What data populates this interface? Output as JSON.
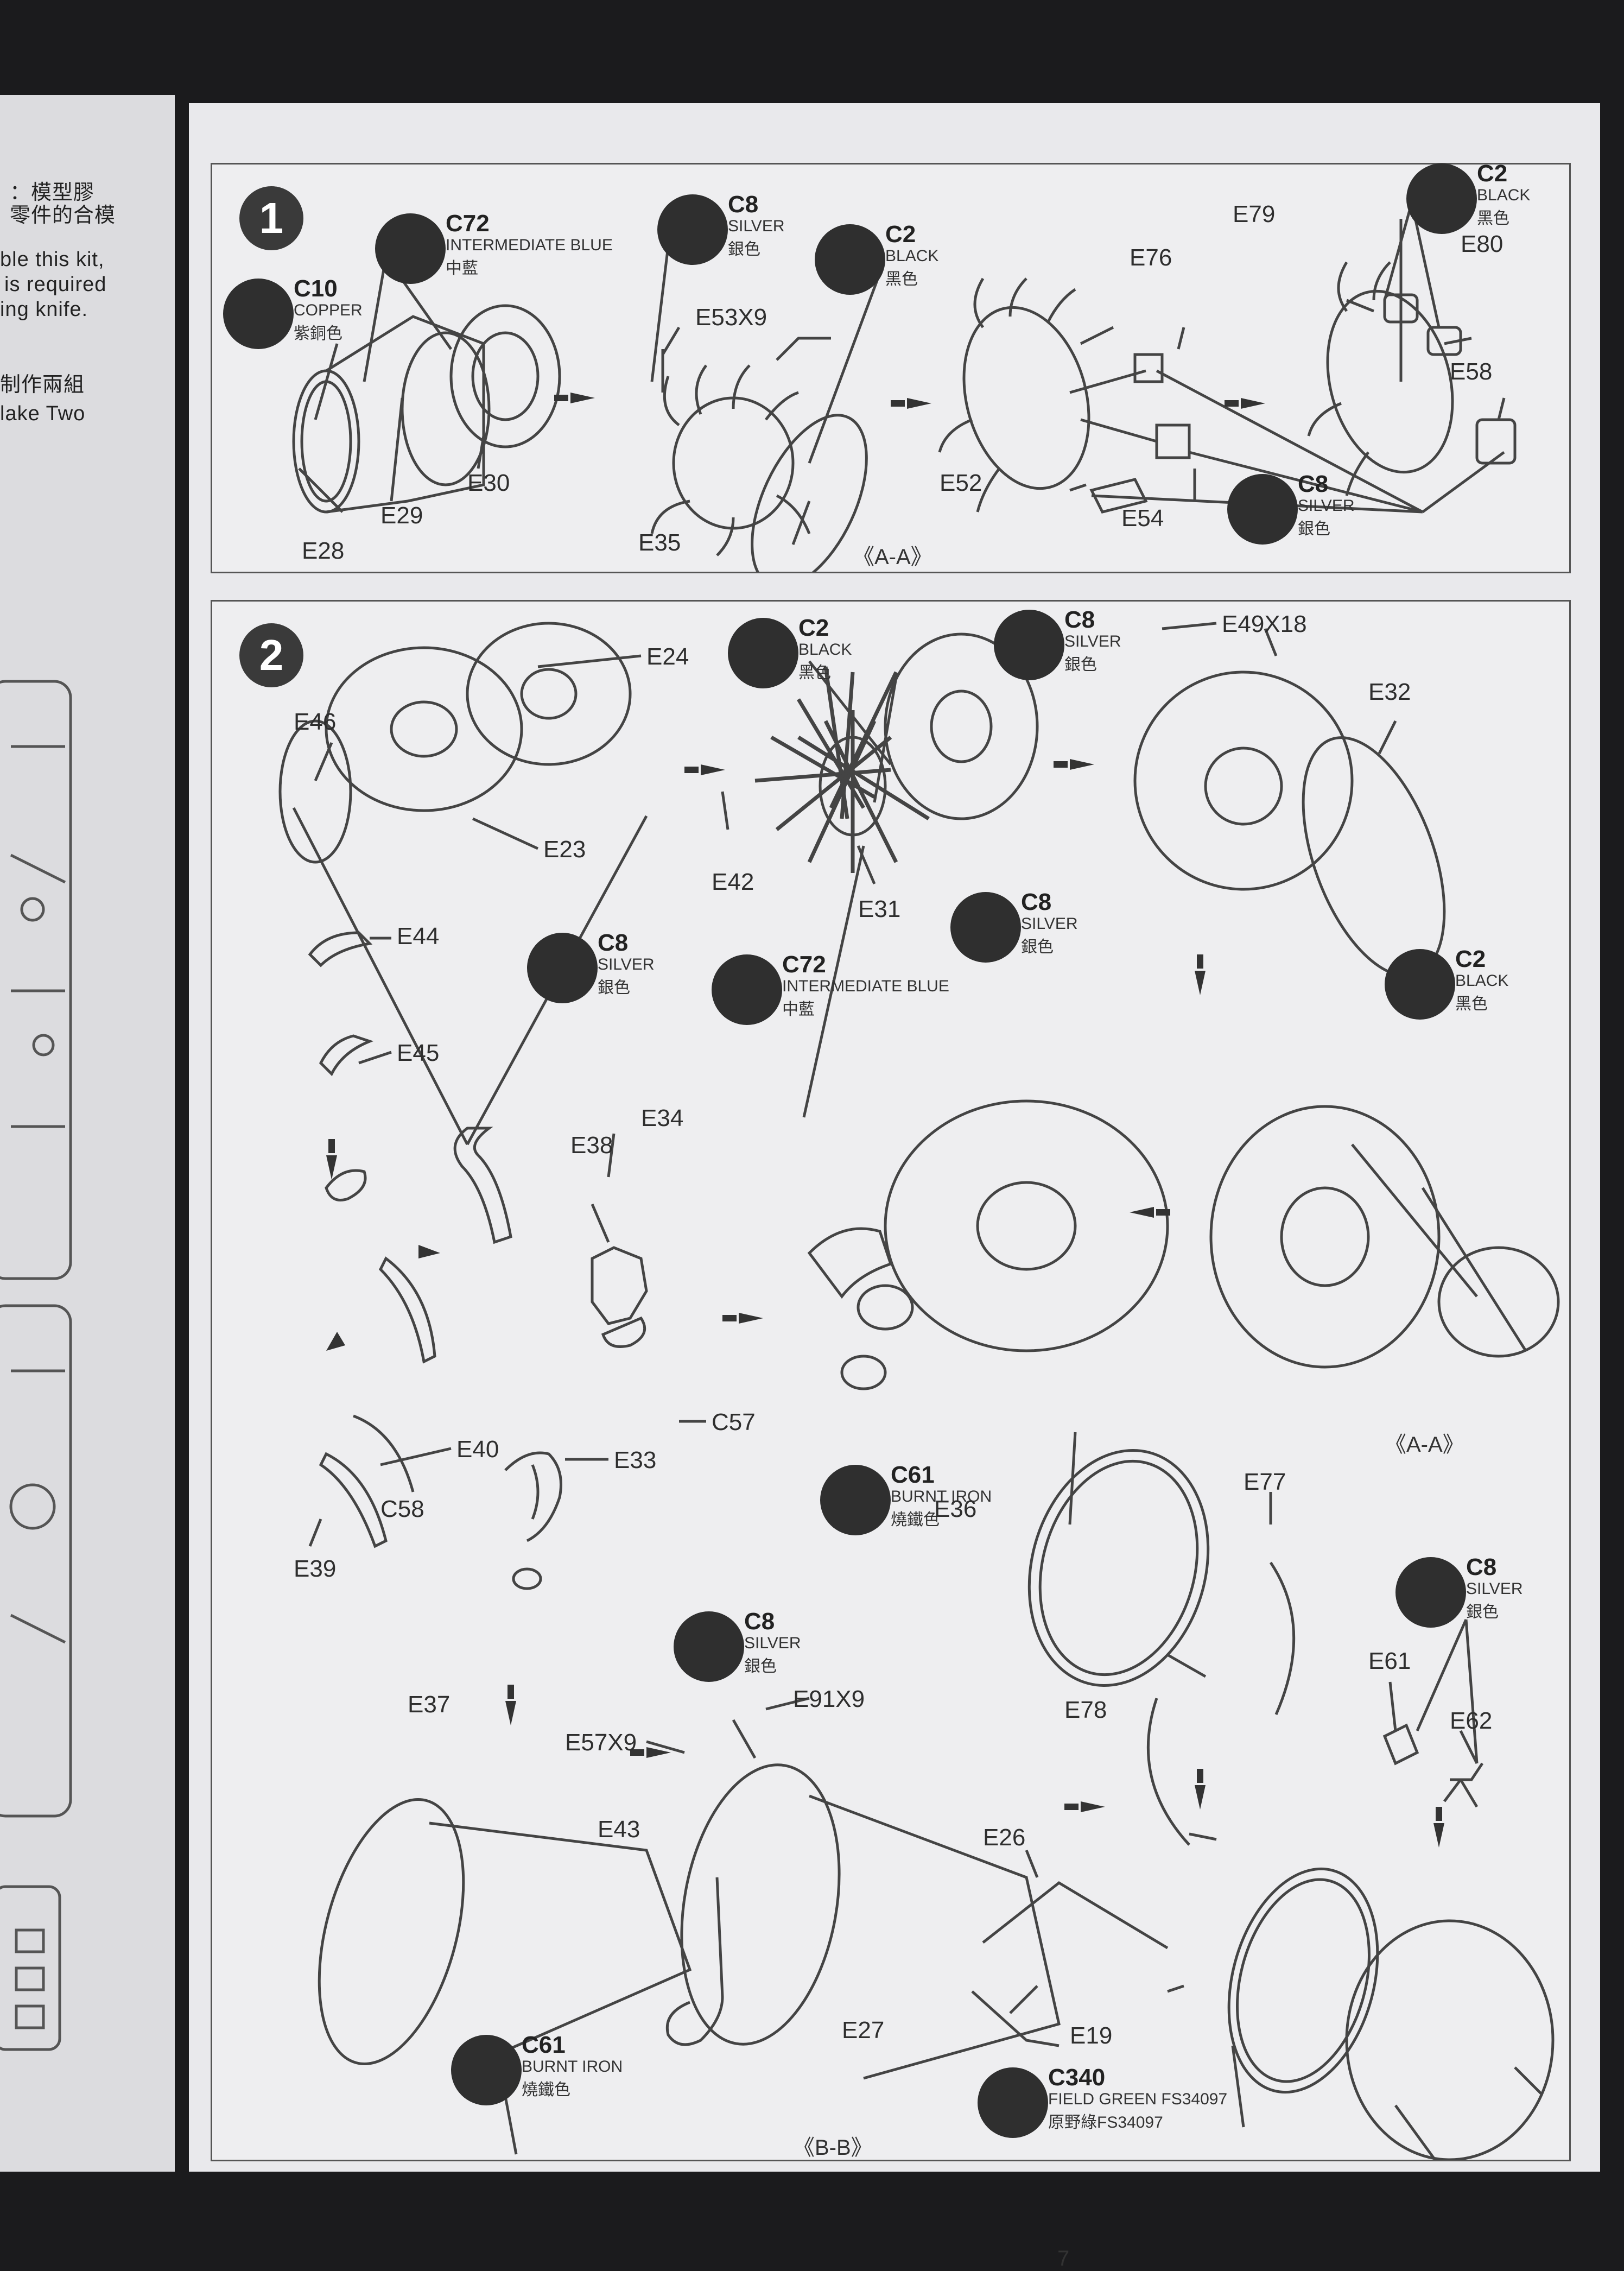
{
  "left_page": {
    "lines": [
      "：模型膠",
      "零件的合模",
      "ble this kit,",
      "is required",
      "ing knife.",
      "制作兩組",
      "lake  Two"
    ]
  },
  "page_number": "7",
  "steps": [
    {
      "number": "1",
      "section": "《A-A》"
    },
    {
      "number": "2",
      "section_a": "《A-A》",
      "section_b": "《B-B》"
    }
  ],
  "paints": [
    {
      "code": "C10",
      "name": "COPPER",
      "zh": "紫銅色"
    },
    {
      "code": "C72",
      "name": "INTERMEDIATE BLUE",
      "zh": "中藍"
    },
    {
      "code": "C8",
      "name": "SILVER",
      "zh": "銀色"
    },
    {
      "code": "C2",
      "name": "BLACK",
      "zh": "黑色"
    },
    {
      "code": "C2",
      "name": "BLACK",
      "zh": "黑色"
    },
    {
      "code": "C8",
      "name": "SILVER",
      "zh": "銀色"
    },
    {
      "code": "C2",
      "name": "BLACK",
      "zh": "黑色"
    },
    {
      "code": "C8",
      "name": "SILVER",
      "zh": "銀色"
    },
    {
      "code": "C8",
      "name": "SILVER",
      "zh": "銀色"
    },
    {
      "code": "C8",
      "name": "SILVER",
      "zh": "銀色"
    },
    {
      "code": "C72",
      "name": "INTERMEDIATE BLUE",
      "zh": "中藍"
    },
    {
      "code": "C2",
      "name": "BLACK",
      "zh": "黑色"
    },
    {
      "code": "C61",
      "name": "BURNT IRON",
      "zh": "燒鐵色"
    },
    {
      "code": "C8",
      "name": "SILVER",
      "zh": "銀色"
    },
    {
      "code": "C8",
      "name": "SILVER",
      "zh": "銀色"
    },
    {
      "code": "C61",
      "name": "BURNT IRON",
      "zh": "燒鐵色"
    },
    {
      "code": "C340",
      "name": "FIELD GREEN FS34097",
      "zh": "原野綠FS34097"
    }
  ],
  "parts": {
    "step1": [
      "E28",
      "E29",
      "E30",
      "E53X9",
      "E35",
      "E76",
      "E52",
      "E54",
      "E79",
      "E80",
      "E58"
    ],
    "step2": [
      "E24",
      "E46",
      "E23",
      "E42",
      "E31",
      "E49X18",
      "E32",
      "E44",
      "E45",
      "E34",
      "E38",
      "C57",
      "E40",
      "E39",
      "E33",
      "C58",
      "E37",
      "E57X9",
      "E91X9",
      "E43",
      "E36",
      "E77",
      "E78",
      "E61",
      "E62",
      "E26",
      "E27",
      "E19"
    ]
  }
}
